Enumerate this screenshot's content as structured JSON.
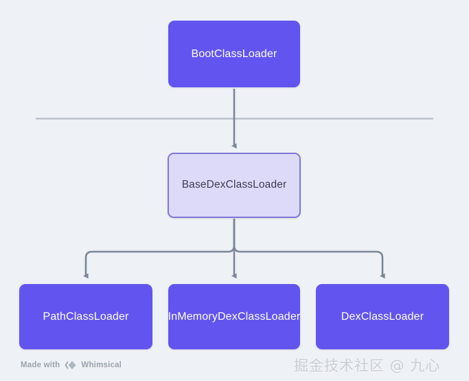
{
  "diagram": {
    "background_color": "#eef1f5",
    "node_fill_solid": "#6255ef",
    "node_fill_outline": "#ddd9f8",
    "node_border_outline": "#8177d8",
    "connector_color": "#7a8799",
    "divider_color": "#b9c0ca",
    "nodes": [
      {
        "id": "boot",
        "label": "BootClassLoader"
      },
      {
        "id": "basedex",
        "label": "BaseDexClassLoader"
      },
      {
        "id": "path",
        "label": "PathClassLoader"
      },
      {
        "id": "inmemory",
        "label": "InMemoryDexClassLoader"
      },
      {
        "id": "dex",
        "label": "DexClassLoader"
      }
    ]
  },
  "footer": {
    "made_with_label": "Made with",
    "brand_label": "Whimsical",
    "logo_icon": "whimsical-diamond-icon"
  },
  "watermark": {
    "text": "掘金技术社区 @ 九心"
  }
}
